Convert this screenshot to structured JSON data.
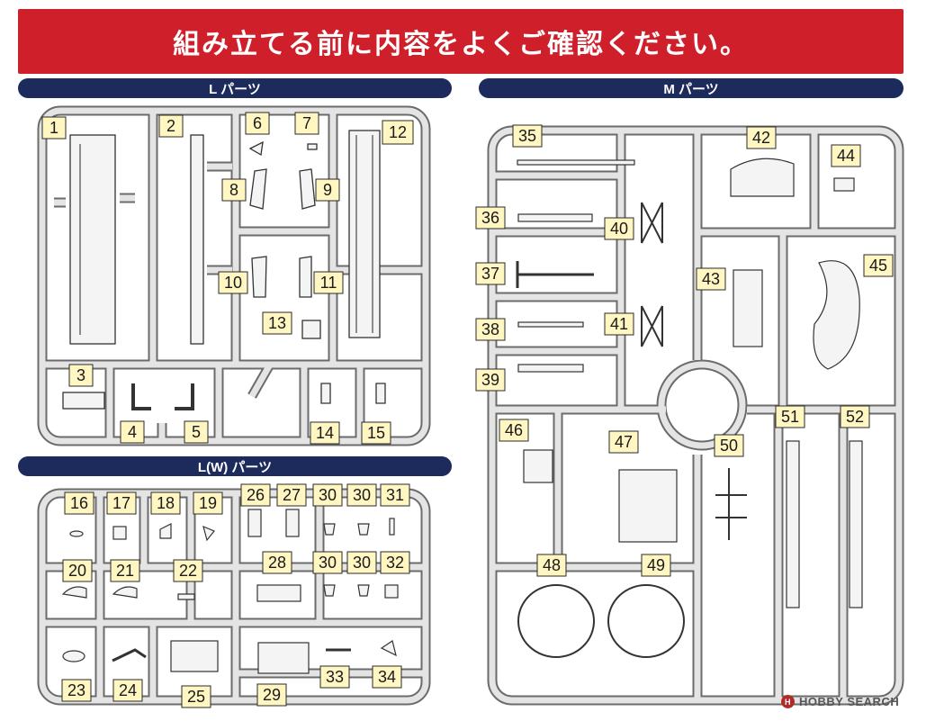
{
  "banner": {
    "title": "組み立てる前に内容をよくご確認ください。",
    "color": "#cf1f2a"
  },
  "sections": {
    "l": {
      "title": "L パーツ"
    },
    "m": {
      "title": "M パーツ"
    },
    "lw": {
      "title": "L(W) パーツ"
    }
  },
  "section_header_color": "#1c2a5c",
  "label_fill": "#fff6c2",
  "sprue_color": "#d9d9d9",
  "parts": {
    "p1": "1",
    "p2": "2",
    "p3": "3",
    "p4": "4",
    "p5": "5",
    "p6": "6",
    "p7": "7",
    "p8": "8",
    "p9": "9",
    "p10": "10",
    "p11": "11",
    "p12": "12",
    "p13": "13",
    "p14": "14",
    "p15": "15",
    "p16": "16",
    "p17": "17",
    "p18": "18",
    "p19": "19",
    "p20": "20",
    "p21": "21",
    "p22": "22",
    "p23": "23",
    "p24": "24",
    "p25": "25",
    "p26": "26",
    "p27": "27",
    "p28": "28",
    "p29": "29",
    "p30a": "30",
    "p30b": "30",
    "p30c": "30",
    "p30d": "30",
    "p31": "31",
    "p32": "32",
    "p33": "33",
    "p34": "34",
    "p35": "35",
    "p36": "36",
    "p37": "37",
    "p38": "38",
    "p39": "39",
    "p40": "40",
    "p41": "41",
    "p42": "42",
    "p43": "43",
    "p44": "44",
    "p45": "45",
    "p46": "46",
    "p47": "47",
    "p48": "48",
    "p49": "49",
    "p50": "50",
    "p51": "51",
    "p52": "52"
  },
  "watermark": {
    "logo": "H",
    "text": "HOBBY SEARCH"
  }
}
